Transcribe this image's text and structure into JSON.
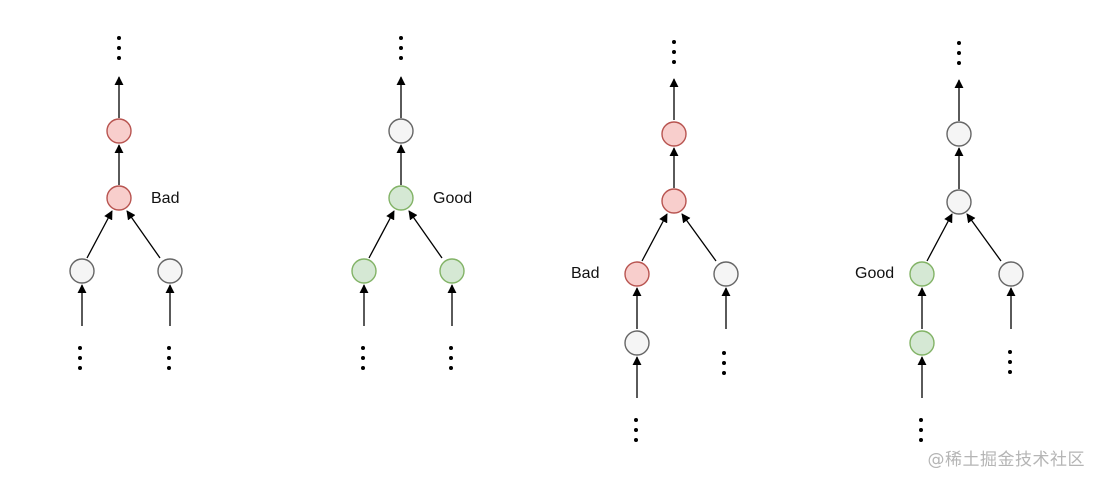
{
  "colors": {
    "bad_fill": "#f8cecc",
    "bad_stroke": "#b85450",
    "good_fill": "#d5e8d4",
    "good_stroke": "#82b366",
    "neutral_fill": "#f5f5f5",
    "neutral_stroke": "#666666",
    "edge": "#000000"
  },
  "diagrams": [
    {
      "label": "Bad",
      "nodes": [
        {
          "id": "top",
          "status": "bad"
        },
        {
          "id": "merge",
          "status": "bad"
        },
        {
          "id": "left",
          "status": "neutral"
        },
        {
          "id": "right",
          "status": "neutral"
        }
      ]
    },
    {
      "label": "Good",
      "nodes": [
        {
          "id": "top",
          "status": "neutral"
        },
        {
          "id": "merge",
          "status": "good"
        },
        {
          "id": "left",
          "status": "good"
        },
        {
          "id": "right",
          "status": "good"
        }
      ]
    },
    {
      "label": "Bad",
      "nodes": [
        {
          "id": "top",
          "status": "bad"
        },
        {
          "id": "merge",
          "status": "bad"
        },
        {
          "id": "left",
          "status": "bad"
        },
        {
          "id": "right",
          "status": "neutral"
        },
        {
          "id": "left-lower",
          "status": "neutral"
        }
      ]
    },
    {
      "label": "Good",
      "nodes": [
        {
          "id": "top",
          "status": "neutral"
        },
        {
          "id": "merge",
          "status": "neutral"
        },
        {
          "id": "left",
          "status": "good"
        },
        {
          "id": "right",
          "status": "neutral"
        },
        {
          "id": "left-lower",
          "status": "good"
        }
      ]
    }
  ],
  "ellipsis": "⋮",
  "watermark": "@稀土掘金技术社区"
}
